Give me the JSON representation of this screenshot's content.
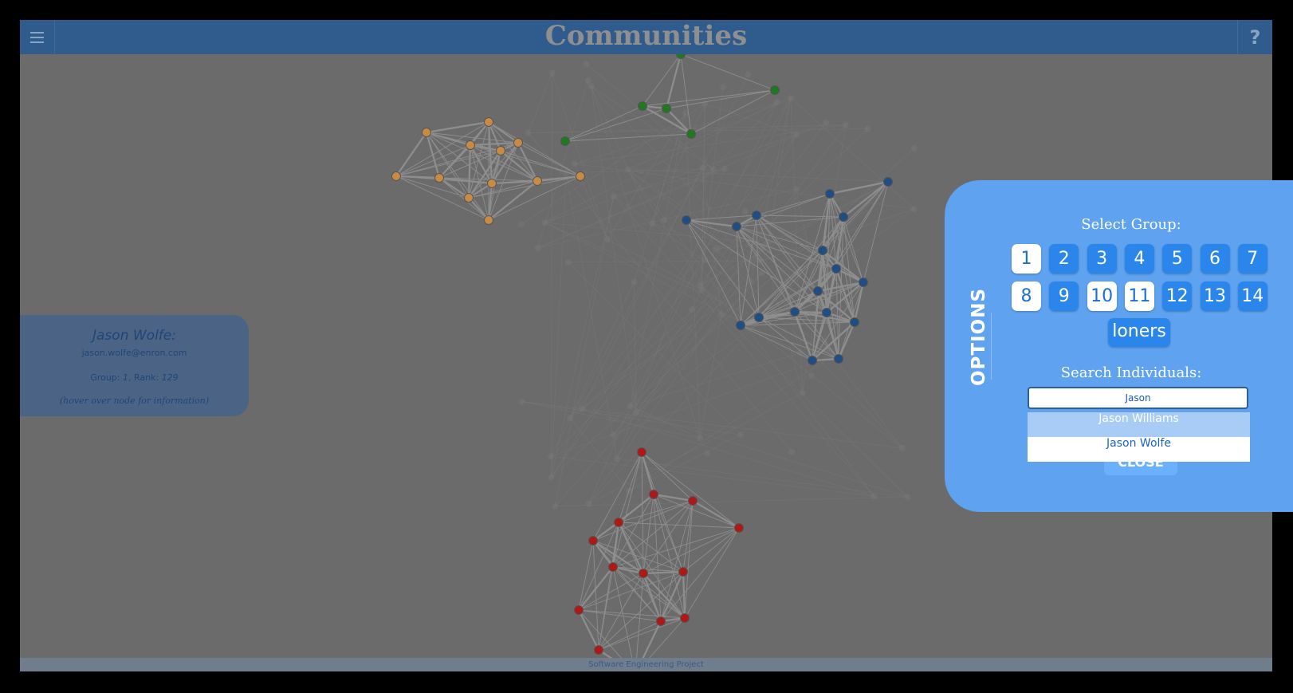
{
  "header": {
    "title": "Communities",
    "help_label": "?"
  },
  "footer": {
    "text": "Software Engineering Project"
  },
  "info": {
    "name": "Jason Wolfe:",
    "email": "jason.wolfe@enron.com",
    "group_prefix": "Group:",
    "group_value": "1",
    "rank_prefix": ", Rank:",
    "rank_value": "129",
    "hint": "(hover over node for information)"
  },
  "options": {
    "tab_label": "OPTIONS",
    "select_group_label": "Select Group:",
    "groups": [
      "1",
      "2",
      "3",
      "4",
      "5",
      "6",
      "7",
      "8",
      "9",
      "10",
      "11",
      "12",
      "13",
      "14"
    ],
    "selected_groups": [
      "1",
      "8",
      "10",
      "11"
    ],
    "loners_label": "loners",
    "search_label": "Search Individuals:",
    "search_value": "Jason",
    "suggestions": [
      "Jason Williams",
      "Jason Wolfe"
    ],
    "close_label": "CLOSE"
  },
  "colors": {
    "orange_group": "#c98a44",
    "green_group": "#1f7a1f",
    "blue_group": "#1d4f86",
    "red_group": "#b01818",
    "header": "#2f5b8d",
    "options_bg": "#5ea2f0"
  }
}
